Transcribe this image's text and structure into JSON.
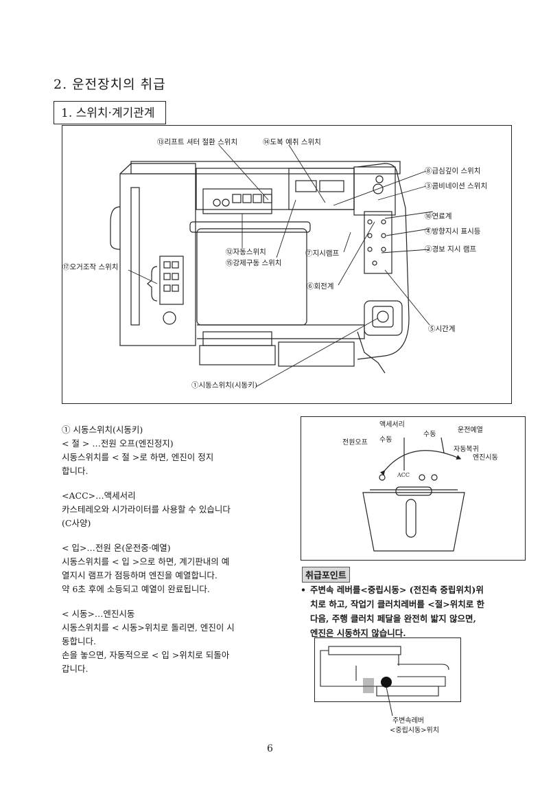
{
  "page": {
    "section_title": "2. 운전장치의 취급",
    "subsection_title": "1. 스위치·계기관계",
    "page_number": "6"
  },
  "figure": {
    "labels": {
      "l13": "⑬리프트 셔터 절환 스위치",
      "l14": "⑭도복 예취 스위치",
      "l8": "⑧급심깊이 스위치",
      "l3": "③콤비네이션 스위치",
      "l10": "⑩연료계",
      "l4": "④방향지시 표시등",
      "l2": "②경보 지시 램프",
      "l12": "⑫자동스위치",
      "l15": "⑮강제구동 스위치",
      "l7": "⑦지시램프",
      "l6": "⑥회전계",
      "l17": "⑰오거조작 스위치",
      "l5": "⑤시간계",
      "l1": "①시동스위치(시동키)"
    }
  },
  "body": {
    "s1_title": "① 시동스위치(시동키)",
    "s1_a": "< 절 > …전원 오프(엔진정지)",
    "s1_b": "시동스위치를 < 절 >로 하면, 엔진이 정지",
    "s1_c": "합니다.",
    "s2_a": "<ACC>…액세서리",
    "s2_b": "카스테레오와 시가라이터를 사용할 수 있습니다",
    "s2_c": "(C사양)",
    "s3_a": "< 입>…전원 온(운전중·예열)",
    "s3_b": "시동스위치를 < 입 >으로 하면, 계기판내의 예",
    "s3_c": "열지시 램프가 점등하며 엔진을 예열합니다.",
    "s3_d": "약 6초 후에 소등되고 예열이 완료됩니다.",
    "s4_a": "< 시동>…엔진시동",
    "s4_b": "시동스위치를 < 시동>위치로 돌리면, 엔진이 시",
    "s4_c": "동합니다.",
    "s4_d": "손을 놓으면, 자동적으로 < 입 >위치로 되돌아",
    "s4_e": "갑니다."
  },
  "key_diagram": {
    "acc_top": "액세서리",
    "power_off": "전원오프",
    "manual1": "수동",
    "manual2": "수동",
    "run_preheat": "운전예열",
    "auto_return": "자동복귀",
    "engine_start": "엔진시동",
    "mark_acc": "ACC"
  },
  "tip": {
    "badge": "취급포인트",
    "bullet": "•",
    "text_lines": [
      "주변속 레버를<중립시동> (전진측 중립위치)위",
      "치로 하고, 작업기 클러치레버를 <절>위치로 한",
      "다음, 주행 클러치 페달을 완전히 밟지 않으면,",
      "엔진은 시동하지 않습니다."
    ]
  },
  "gate_diagram": {
    "caption_1": "주변속레버",
    "caption_2": "<중립시동>위치"
  }
}
